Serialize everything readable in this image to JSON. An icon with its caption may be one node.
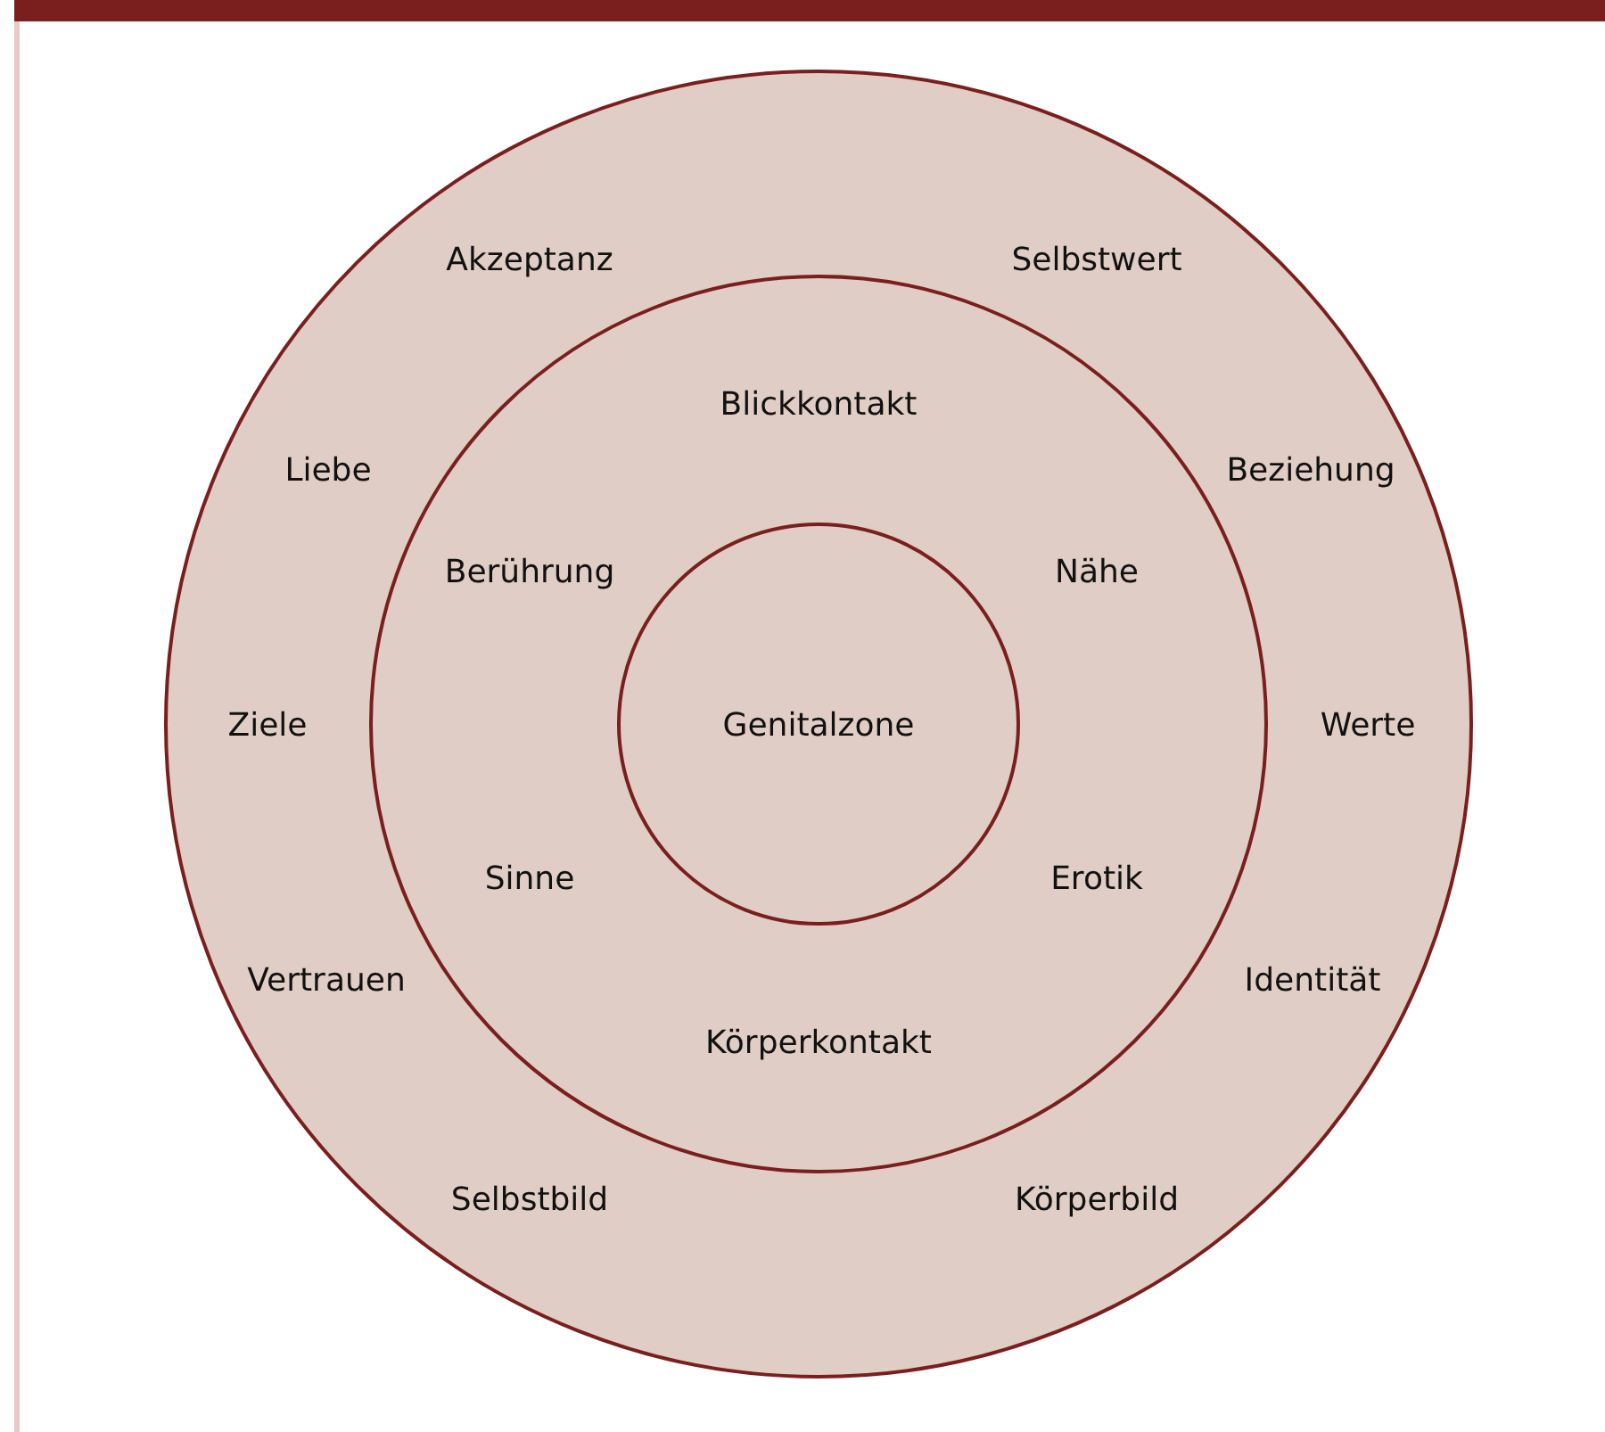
{
  "diagram": {
    "nodes": [
      {
        "text": [
          "Akzeptanz",
          "Selbstwert",
          "Liebe",
          "Beziehung",
          "Ziele",
          "Werte",
          "Vertrauen",
          "Identität",
          "Selbstbild",
          "Körperbild"
        ]
      },
      {
        "text": [
          "Blickkontakt",
          "Berührung",
          "Nähe",
          "Sinne",
          "Erotik",
          "Körperkontakt"
        ],
        "in": 0
      },
      {
        "text": [
          "Genitalzone"
        ],
        "in": 1
      }
    ]
  }
}
